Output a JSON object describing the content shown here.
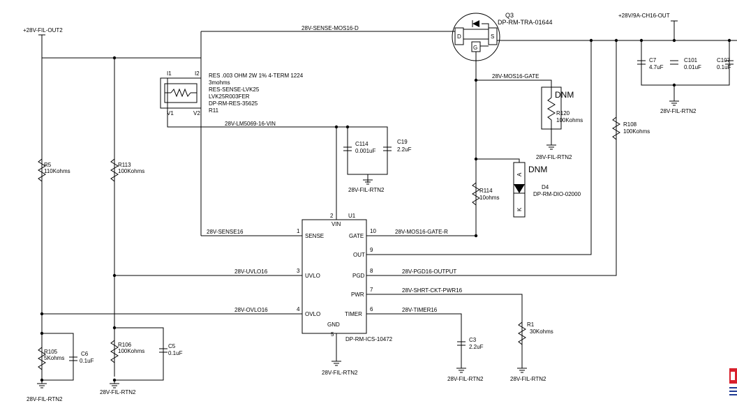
{
  "nets": {
    "fil_out2": "+28V-FIL-OUT2",
    "ch16_out": "+28V/9A-CH16-OUT",
    "sense_mos_d": "28V-SENSE-MOS16-D",
    "mos_gate": "28V-MOS16-GATE",
    "lm_vin": "28V-LM5069-16-VIN",
    "sense16": "28V-SENSE16",
    "gate_r": "28V-MOS16-GATE-R",
    "uvlo": "28V-UVLO16",
    "pgd_out": "28V-PGD16-OUTPUT",
    "shrt_pwr": "28V-SHRT-CKT-PWR16",
    "ovlo": "28V-OVLO16",
    "timer": "28V-TIMER16",
    "rtn": "28V-FIL-RTN2"
  },
  "q3": {
    "ref": "Q3",
    "part": "DP-RM-TRA-01644",
    "pin_d": "D",
    "pin_g": "G",
    "pin_s": "S"
  },
  "r11": {
    "pin_i1": "I1",
    "pin_i2": "I2",
    "pin_v1": "V1",
    "pin_v2": "V2",
    "desc": "RES .003 OHM 2W 1% 4-TERM 1224",
    "value": "3mohms",
    "mpn1": "RES-SENSE-LVK25",
    "mpn2": "LVK25R003FER",
    "part": "DP-RM-RES-35625",
    "ref": "R11"
  },
  "c7": {
    "ref": "C7",
    "value": "4.7uF"
  },
  "c101": {
    "ref": "C101",
    "value": "0.01uF"
  },
  "c107": {
    "ref": "C107",
    "value": "0.1uF"
  },
  "r120": {
    "dnm": "DNM",
    "ref": "R120",
    "value": "100Kohms"
  },
  "r108": {
    "ref": "R108",
    "value": "100Kohms"
  },
  "c114": {
    "ref": "C114",
    "value": "0.001uF"
  },
  "c19": {
    "ref": "C19",
    "value": "2.2uF"
  },
  "r5": {
    "ref": "R5",
    "value": "110Kohms"
  },
  "r113": {
    "ref": "R113",
    "value": "100Kohms"
  },
  "r114": {
    "ref": "R114",
    "value": "10ohms"
  },
  "d4": {
    "dnm": "DNM",
    "ref": "D4",
    "part": "DP-RM-DIO-02000",
    "pin_a": "A",
    "pin_k": "K"
  },
  "u1": {
    "ref": "U1",
    "part": "DP-RM-ICS-10472",
    "pins": {
      "vin_num": "2",
      "vin": "VIN",
      "sense_num": "1",
      "sense": "SENSE",
      "gate_num": "10",
      "gate": "GATE",
      "out_num": "9",
      "out": "OUT",
      "uvlo_num": "3",
      "uvlo": "UVLO",
      "pgd_num": "8",
      "pgd": "PGD",
      "pwr_num": "7",
      "pwr": "PWR",
      "ovlo_num": "4",
      "ovlo": "OVLO",
      "timer_num": "6",
      "timer": "TIMER",
      "gnd_num": "5",
      "gnd": "GND"
    }
  },
  "r1": {
    "ref": "R1",
    "value": "30Kohms"
  },
  "r105": {
    "ref": "R105",
    "value": "5Kohms"
  },
  "c6": {
    "ref": "C6",
    "value": "0.1uF"
  },
  "r106": {
    "ref": "R106",
    "value": "100Kohms"
  },
  "c5": {
    "ref": "C5",
    "value": "0.1uF"
  },
  "c3": {
    "ref": "C3",
    "value": "2.2uF"
  },
  "colors": {
    "wire": "#000000",
    "logo_red": "#d8202c",
    "logo_blue": "#1f3a93",
    "background": "#ffffff"
  }
}
